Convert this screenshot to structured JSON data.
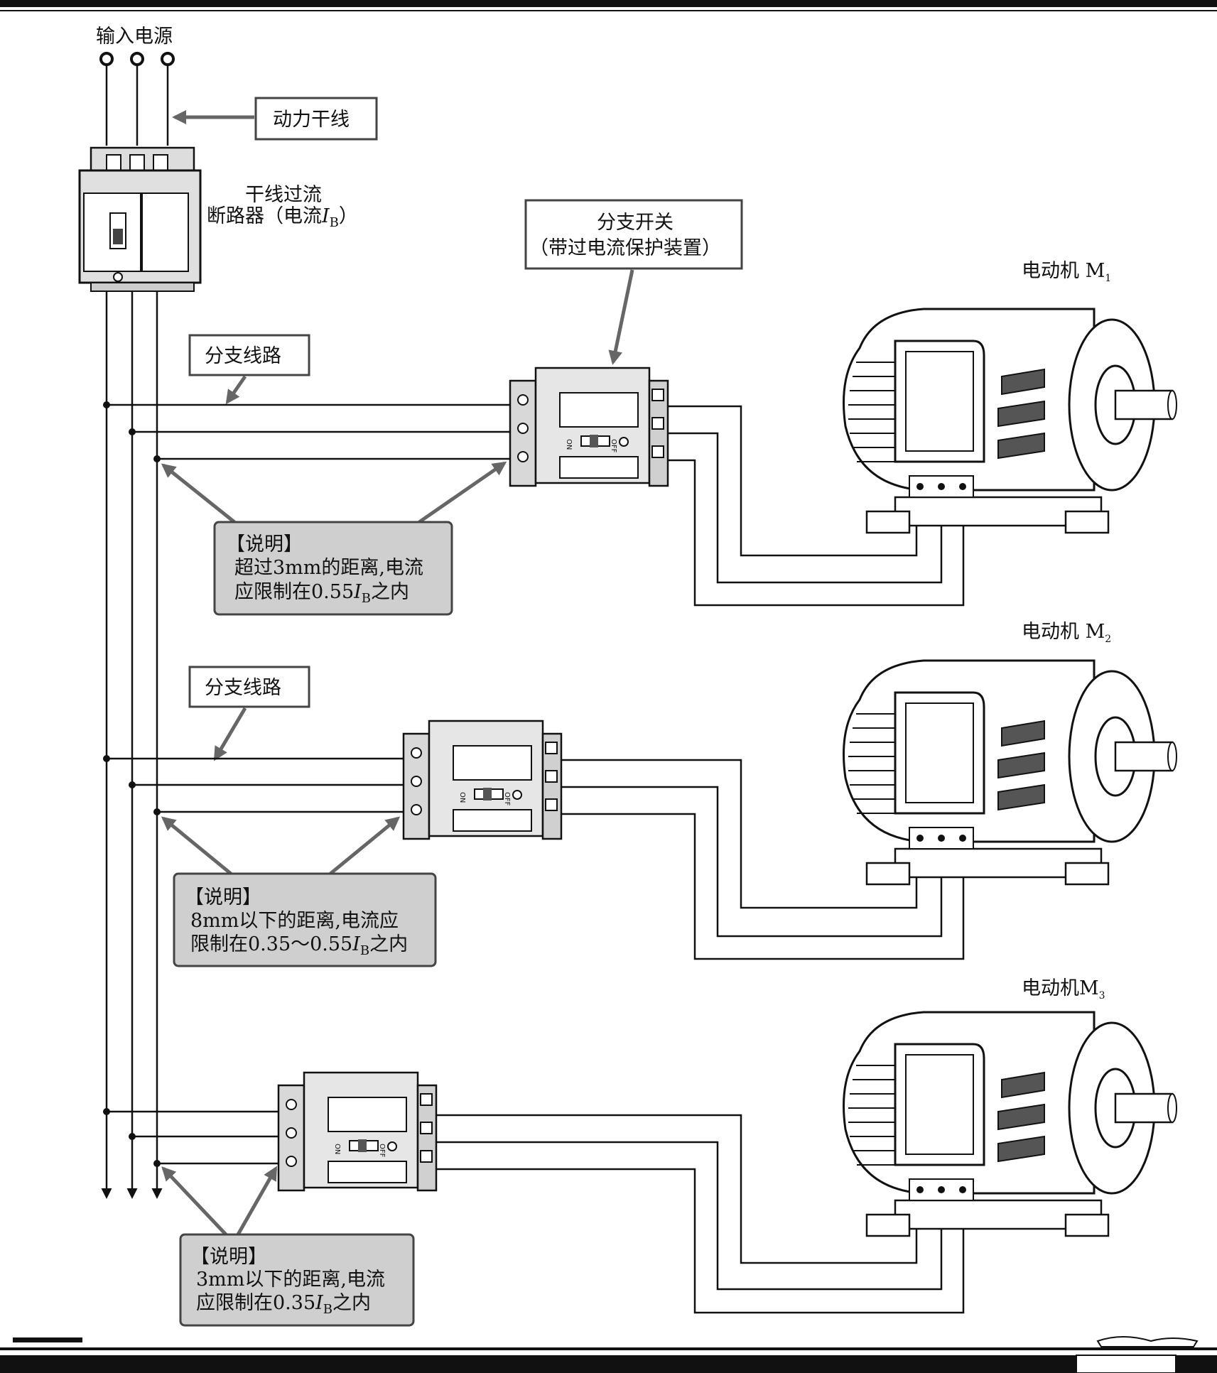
{
  "labels": {
    "input_power": "输入电源",
    "power_trunk": "动力干线",
    "trunk_breaker_line1": "干线过流",
    "trunk_breaker_line2_prefix": "断路器（电流",
    "trunk_breaker_line2_var": "I",
    "trunk_breaker_line2_sub": "B",
    "trunk_breaker_line2_suffix": "）",
    "branch_switch_line1": "分支开关",
    "branch_switch_line2": "（带过电流保护装置）",
    "branch_line_1": "分支线路",
    "branch_line_2": "分支线路",
    "motor_1": "电动机 M",
    "motor_1_sub": "1",
    "motor_2": "电动机  M",
    "motor_2_sub": "2",
    "motor_3": "电动机M",
    "motor_3_sub": "3"
  },
  "notes": [
    {
      "title": "【说明】",
      "line1": "超过3mm的距离,电流",
      "line2_prefix": "应限制在0.55",
      "line2_var": "I",
      "line2_sub": "B",
      "line2_suffix": "之内"
    },
    {
      "title": "【说明】",
      "line1": "8mm以下的距离,电流应",
      "line2_prefix": "限制在0.35～0.55",
      "line2_var": "I",
      "line2_sub": "B",
      "line2_suffix": "之内"
    },
    {
      "title": "【说明】",
      "line1": "3mm以下的距离,电流",
      "line2_prefix": "应限制在0.35",
      "line2_var": "I",
      "line2_sub": "B",
      "line2_suffix": "之内"
    }
  ],
  "breaker_marks": {
    "on": "ON",
    "off": "OFF"
  }
}
